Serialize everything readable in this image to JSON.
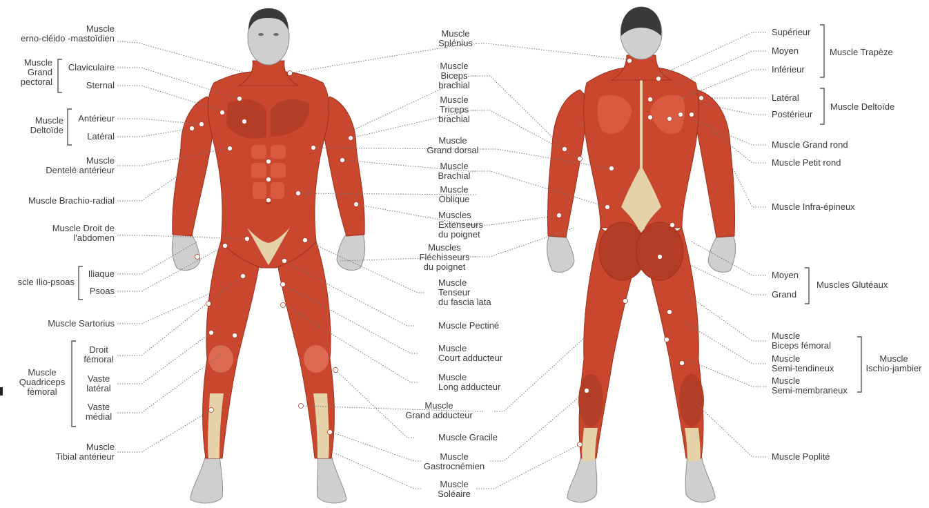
{
  "colors": {
    "muscle": "#c8472e",
    "muscle_dark": "#9e2f1c",
    "muscle_light": "#e0735a",
    "tendon": "#e6d2a8",
    "skin": "#cfcfcf",
    "skin_dark": "#8d8d8d",
    "hair": "#3a3a3a",
    "leader": "#777777",
    "text": "#3b3b3b",
    "dot": "#ffffff"
  },
  "front": {
    "sternocleido": "Muscle\nerno-cléido -mastoïdien",
    "grand_pectoral": {
      "group": "Muscle\nGrand\npectoral",
      "parts": [
        "Claviculaire",
        "Sternal"
      ]
    },
    "deltoide": {
      "group": "Muscle\nDeltoïde",
      "parts": [
        "Antérieur",
        "Latéral"
      ]
    },
    "dentele": "Muscle\nDentelé antérieur",
    "brachio_radial": "Muscle Brachio-radial",
    "droit_abdomen": "Muscle Droit de\nl'abdomen",
    "ilio_psoas": {
      "group": "scle Ilio-psoas",
      "parts": [
        "Iliaque",
        "Psoas"
      ]
    },
    "sartorius": "Muscle Sartorius",
    "quadriceps": {
      "group": "Muscle\nQuadriceps\nfémoral",
      "parts": [
        "Droit\nfémoral",
        "Vaste\nlatéral",
        "Vaste\nmédial"
      ]
    },
    "tibial": "Muscle\nTibial antérieur"
  },
  "center": {
    "splenius": "Muscle\nSplénius",
    "biceps_brachial": "Muscle\nBiceps\nbrachial",
    "triceps": "Muscle\nTriceps\nbrachial",
    "grand_dorsal": "Muscle\nGrand dorsal",
    "brachial": "Muscle\nBrachial",
    "oblique": "Muscle\nOblique",
    "extenseurs": "Muscles\nExtenseurs\ndu poignet",
    "flechisseurs": "Muscles\nFléchisseurs\ndu poignet",
    "tenseur": "Muscle\nTenseur\ndu fascia lata",
    "pectine": "Muscle Pectiné",
    "court_adducteur": "Muscle\nCourt adducteur",
    "long_adducteur": "Muscle\nLong adducteur",
    "grand_adducteur": "Muscle\nGrand adducteur",
    "gracile": "Muscle Gracile",
    "gastrocnemien": "Muscle\nGastrocnémien",
    "soleaire": "Muscle\nSoléaire"
  },
  "back": {
    "trapeze": {
      "group": "Muscle Trapèze",
      "parts": [
        "Supérieur",
        "Moyen",
        "Inférieur"
      ]
    },
    "deltoide": {
      "group": "Muscle Deltoïde",
      "parts": [
        "Latéral",
        "Postérieur"
      ]
    },
    "grand_rond": "Muscle Grand rond",
    "petit_rond": "Muscle Petit rond",
    "infra_epineux": "Muscle Infra-épineux",
    "gluteaux": {
      "group": "Muscles Glutéaux",
      "parts": [
        "Moyen",
        "Grand"
      ]
    },
    "ischio": {
      "group": "Muscle\nIschio-jambier",
      "parts": [
        "Muscle\nBiceps fémoral",
        "Muscle\nSemi-tendineux",
        "Muscle\nSemi-membraneux"
      ]
    },
    "poplite": "Muscle Poplité"
  }
}
